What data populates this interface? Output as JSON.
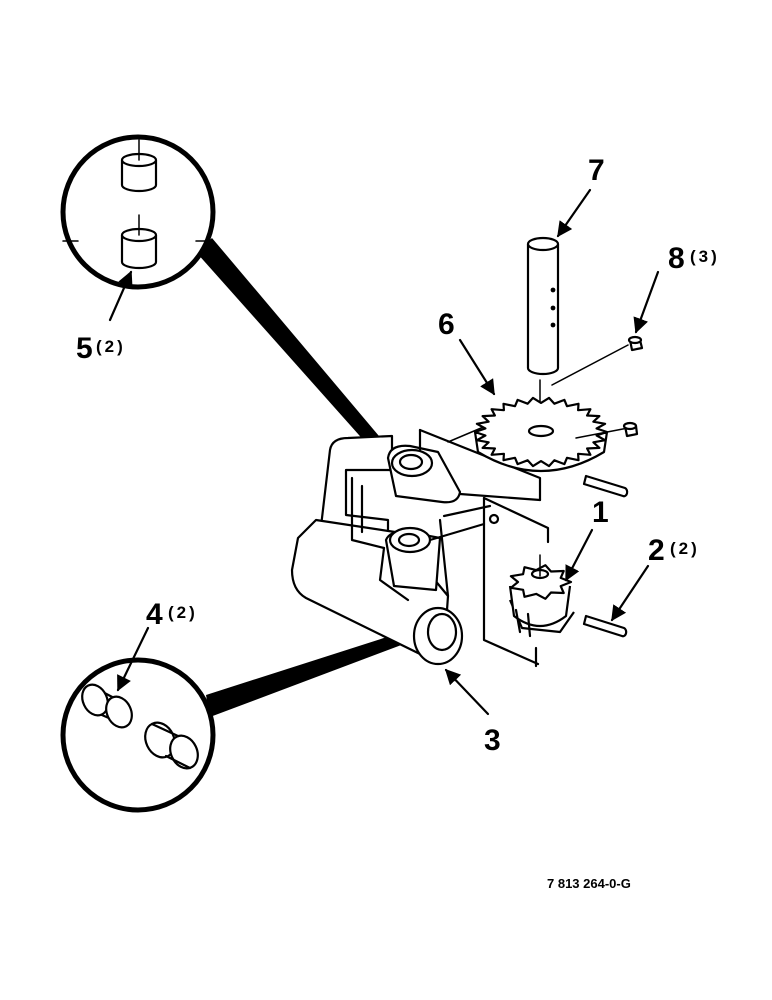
{
  "callouts": {
    "c1": {
      "num": "1",
      "qty": ""
    },
    "c2": {
      "num": "2",
      "qty": "(2)"
    },
    "c3": {
      "num": "3",
      "qty": ""
    },
    "c4": {
      "num": "4",
      "qty": "(2)"
    },
    "c5": {
      "num": "5",
      "qty": "(2)"
    },
    "c6": {
      "num": "6",
      "qty": ""
    },
    "c7": {
      "num": "7",
      "qty": ""
    },
    "c8": {
      "num": "8",
      "qty": "(3)"
    }
  },
  "reference_code": "7 813 264-0-G"
}
